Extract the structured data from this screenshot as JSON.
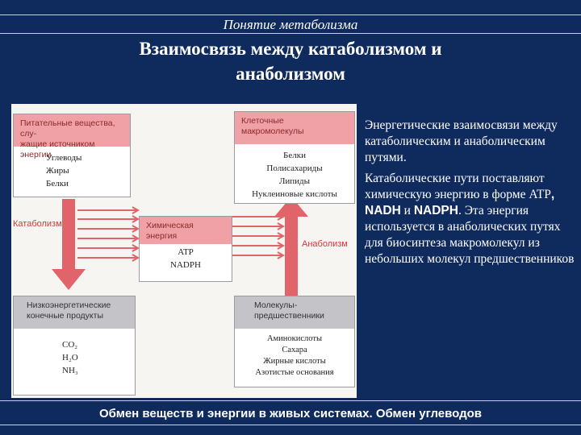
{
  "header": {
    "section": "Понятие метаболизма",
    "title_line1": "Взаимосвязь между катаболизмом и",
    "title_line2": "анаболизмом"
  },
  "diagram": {
    "nutrients": {
      "header_line1": "Питательные вещества, слу-",
      "header_line2": "жащие источником энергии",
      "items": [
        "Углеводы",
        "Жиры",
        "Белки"
      ]
    },
    "cell_macromolecules": {
      "header_line1": "Клеточные",
      "header_line2": "макромолекулы",
      "items": [
        "Белки",
        "Полисахариды",
        "Липиды",
        "Нуклеиновые кислоты"
      ]
    },
    "chemical_energy": {
      "header_line1": "Химическая",
      "header_line2": "энергия",
      "items": [
        "ATP",
        "NADPH"
      ]
    },
    "low_energy_products": {
      "header_line1": "Низкоэнергетические",
      "header_line2": "конечные продукты",
      "items": [
        "CO₂",
        "H₂O",
        "NH₃"
      ]
    },
    "precursors": {
      "header_line1": "Молекулы-",
      "header_line2": "предшественники",
      "items": [
        "Аминокислоты",
        "Сахара",
        "Жирные кислоты",
        "Азотистые основания"
      ]
    },
    "catabolism_label": "Катаболизм",
    "anabolism_label": "Анаболизм",
    "colors": {
      "arrow": "#e0646a",
      "arrow_dark": "#d23a3a",
      "header_pink": "#f0a1a6",
      "header_gray": "#c4c4c8"
    }
  },
  "description": {
    "para1": "Энергетические взаимосвязи между катаболическим и анаболическим путями.",
    "para2_part1": "Катаболические пути поставляют химическую энергию в форме ATP",
    "para2_sep1": ", ",
    "para2_nadh": "NADH",
    "para2_and": " и ",
    "para2_nadph": "NADPH",
    "para2_part2": ". Эта энергия используется в анаболических путях для биосинтеза макромолекул из небольших молекул предшественников"
  },
  "footer": {
    "text": "Обмен веществ и энергии в живых системах. Обмен углеводов"
  },
  "colors": {
    "background": "#0f2a5c",
    "rule": "#c9d3e6",
    "text": "#ffffff"
  }
}
